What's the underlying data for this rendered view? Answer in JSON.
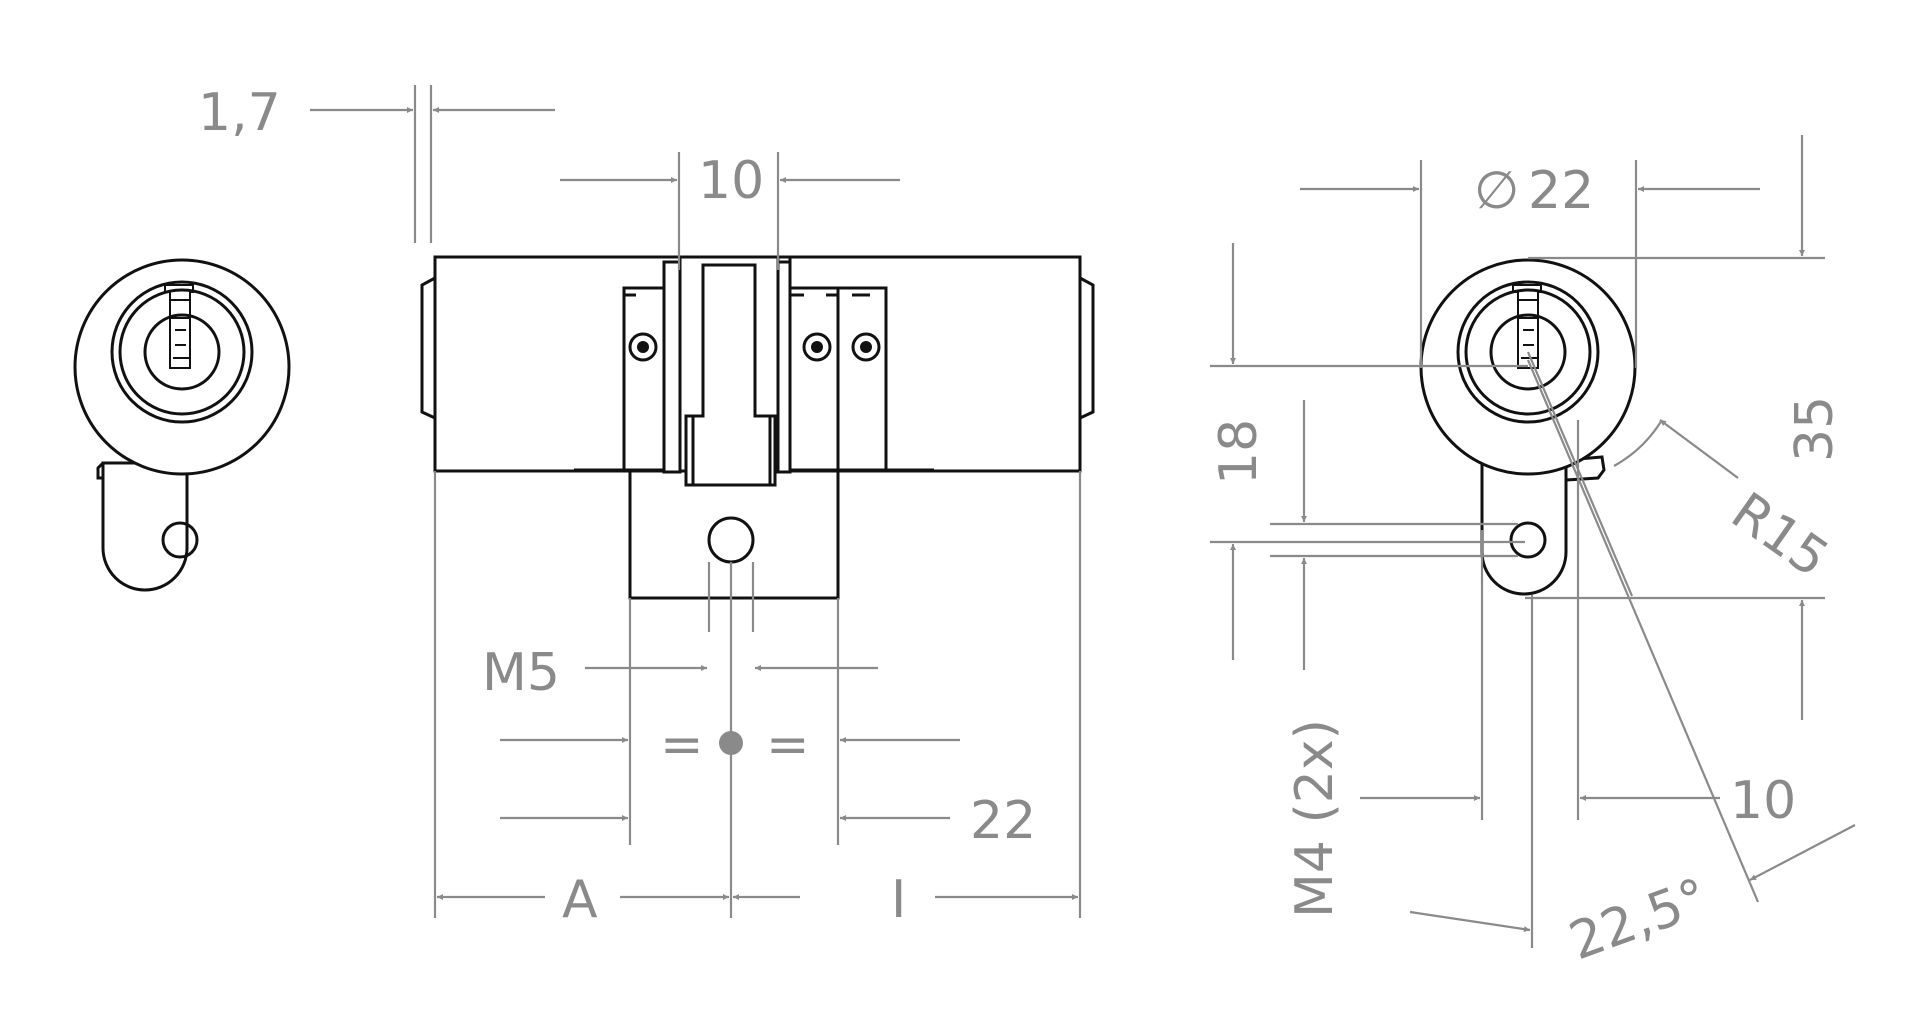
{
  "drawing": {
    "type": "euro-profile-cylinder-technical-drawing",
    "labels": {
      "offset": "1,7",
      "cam_width": "10",
      "diameter_symbol": "∅",
      "diameter": "22",
      "cam_screw": "M5",
      "equal": "=",
      "dim_22": "22",
      "side_a": "A",
      "side_i": "I",
      "height_18": "18",
      "height_35": "35",
      "radius": "R15",
      "mount_screws": "M4 (2x)",
      "cam_offset": "10",
      "angle": "22,5°"
    },
    "colors": {
      "object": "#111111",
      "dimension": "#8a8a8a"
    }
  }
}
